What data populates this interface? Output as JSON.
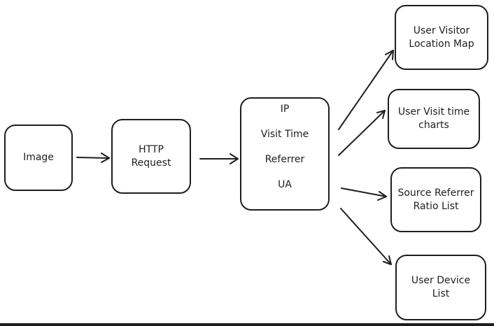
{
  "diagram": {
    "nodes": {
      "image": {
        "label": "Image"
      },
      "http": {
        "lines": [
          "HTTP",
          "Request"
        ]
      },
      "data": {
        "lines": [
          "IP",
          "Visit Time",
          "Referrer",
          "UA"
        ]
      },
      "map": {
        "lines": [
          "User Visitor",
          "Location Map"
        ]
      },
      "charts": {
        "lines": [
          "User Visit time",
          "charts"
        ]
      },
      "ratio": {
        "lines": [
          "Source Referrer",
          "Ratio List"
        ]
      },
      "device": {
        "lines": [
          "User Device",
          "List"
        ]
      }
    },
    "edges": [
      {
        "from": "Image",
        "to": "HTTP Request"
      },
      {
        "from": "HTTP Request",
        "to": "IP / Visit Time / Referrer / UA"
      },
      {
        "from": "IP / Visit Time / Referrer / UA",
        "to": "User Visitor Location Map"
      },
      {
        "from": "IP / Visit Time / Referrer / UA",
        "to": "User Visit time charts"
      },
      {
        "from": "IP / Visit Time / Referrer / UA",
        "to": "Source Referrer Ratio List"
      },
      {
        "from": "IP / Visit Time / Referrer / UA",
        "to": "User Device List"
      }
    ],
    "colors": {
      "stroke": "#1e1e1e",
      "background": "#ffffff"
    }
  }
}
